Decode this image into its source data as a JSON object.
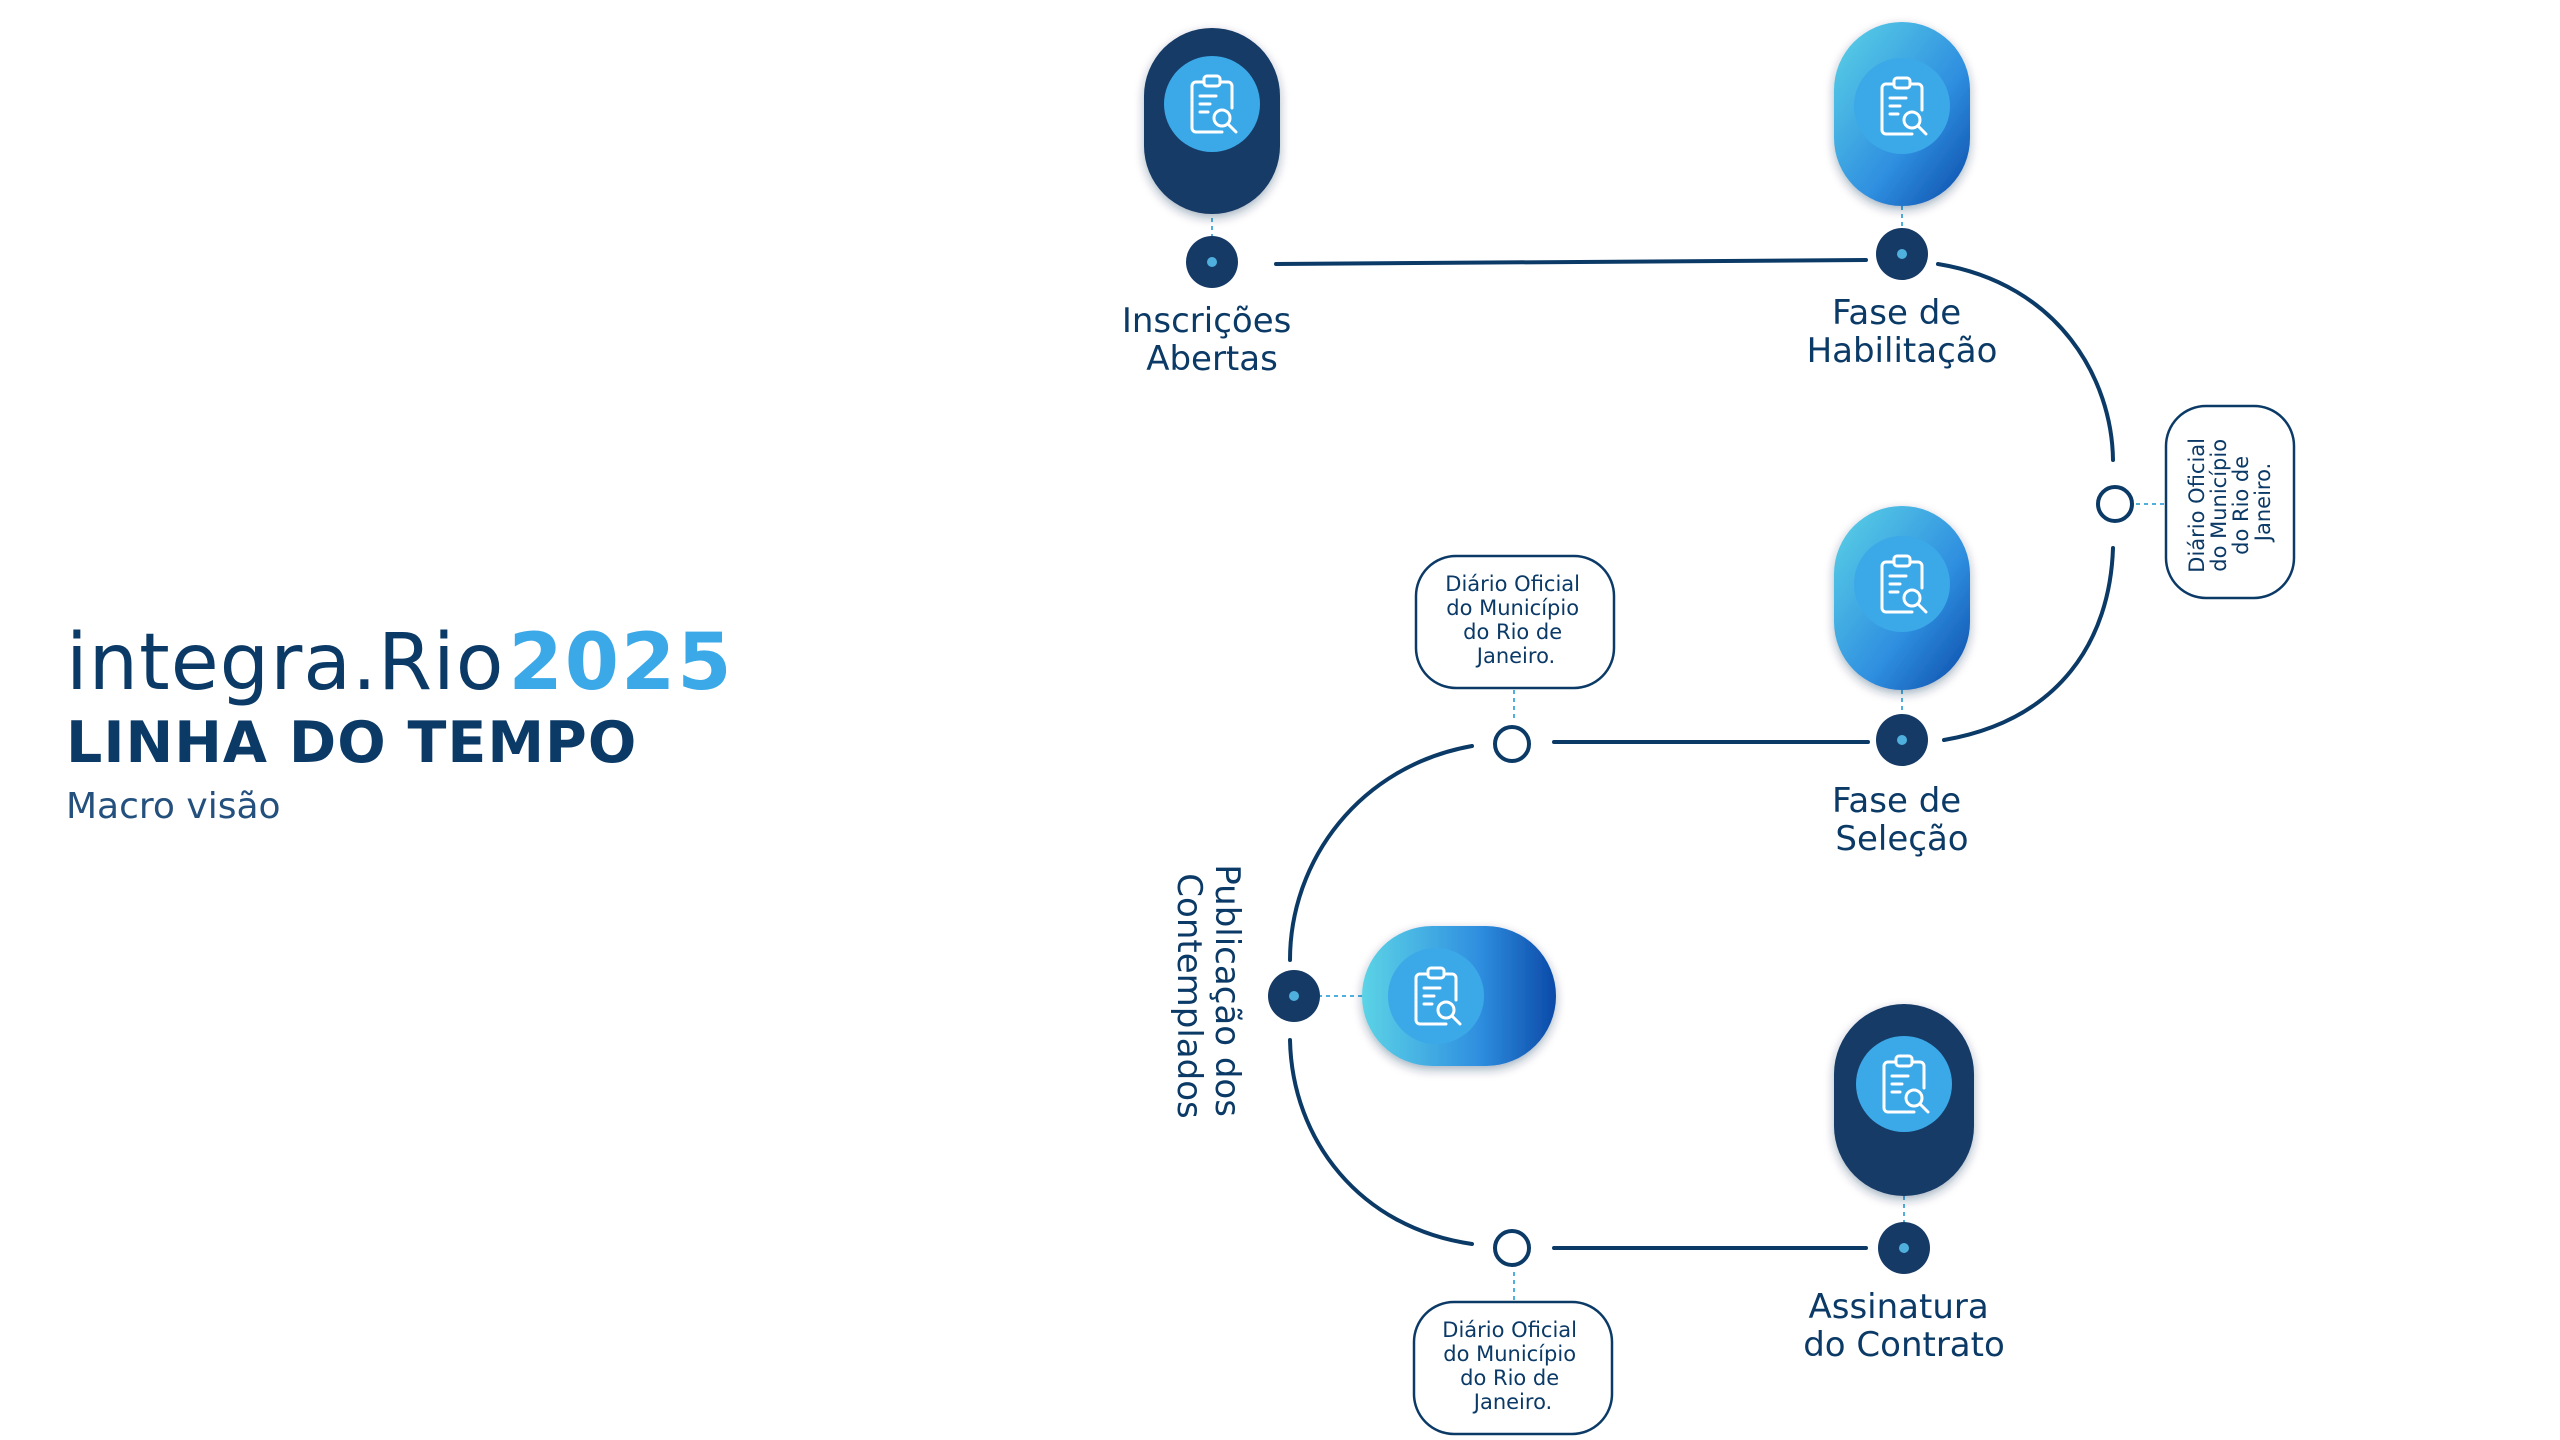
{
  "brand": {
    "logo_word": "integra.Rio",
    "logo_year": "2025",
    "title": "LINHA DO TEMPO",
    "subtitle": "Macro visão"
  },
  "colors": {
    "navy": "#0b3a67",
    "dark_pin": "#163a66",
    "light_blue": "#3ba8e8",
    "cyan": "#5cd3e6",
    "connector": "#4fb0dd"
  },
  "steps": [
    {
      "label_lines": [
        "Inscrições",
        "Abertas"
      ],
      "icon": "clipboard-search-icon",
      "style": "dark"
    },
    {
      "label_lines": [
        "Fase de",
        "Habilitação"
      ],
      "icon": "clipboard-search-icon",
      "style": "gradient"
    },
    {
      "label_lines": [
        "Fase de",
        "Seleção"
      ],
      "icon": "clipboard-search-icon",
      "style": "gradient"
    },
    {
      "label_lines": [
        "Publicação dos",
        "Contemplados"
      ],
      "icon": "clipboard-search-icon",
      "style": "gradient-horizontal"
    },
    {
      "label_lines": [
        "Assinatura",
        "do Contrato"
      ],
      "icon": "clipboard-search-icon",
      "style": "dark"
    }
  ],
  "notes": [
    {
      "lines": [
        "Diário Oficial",
        "do Município",
        "do Rio de",
        "Janeiro."
      ],
      "orientation": "vertical"
    },
    {
      "lines": [
        "Diário Oficial",
        "do Município",
        "do Rio de",
        "Janeiro."
      ],
      "orientation": "horizontal"
    },
    {
      "lines": [
        "Diário Oficial",
        "do Município",
        "do Rio de",
        "Janeiro."
      ],
      "orientation": "horizontal"
    }
  ]
}
